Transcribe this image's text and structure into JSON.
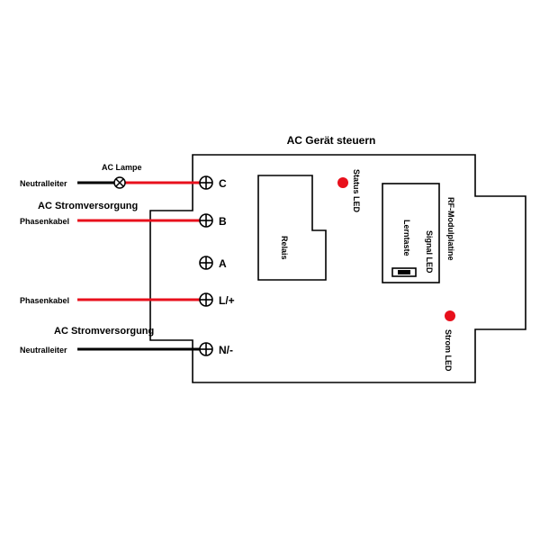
{
  "title": "AC Gerät steuern",
  "left": {
    "lamp_label": "AC Lampe",
    "neutral_top": "Neutralleiter",
    "power_top": "AC Stromversorgung",
    "phase_top": "Phasenkabel",
    "phase_mid": "Phasenkabel",
    "power_bottom": "AC Stromversorgung",
    "neutral_bottom": "Neutralleiter"
  },
  "terminals": [
    "C",
    "B",
    "A",
    "L/+",
    "N/-"
  ],
  "relay_label": "Relais",
  "status_led_label": "Status LED",
  "rf_module": {
    "title": "RF-Modulplatine",
    "signal_led": "Signal LED",
    "learn_button": "Lerntaste"
  },
  "power_led_label": "Strom LED",
  "colors": {
    "phase_wire": "#e8101c",
    "neutral_wire": "#000000",
    "led": "#e8101c",
    "outline": "#000000"
  }
}
